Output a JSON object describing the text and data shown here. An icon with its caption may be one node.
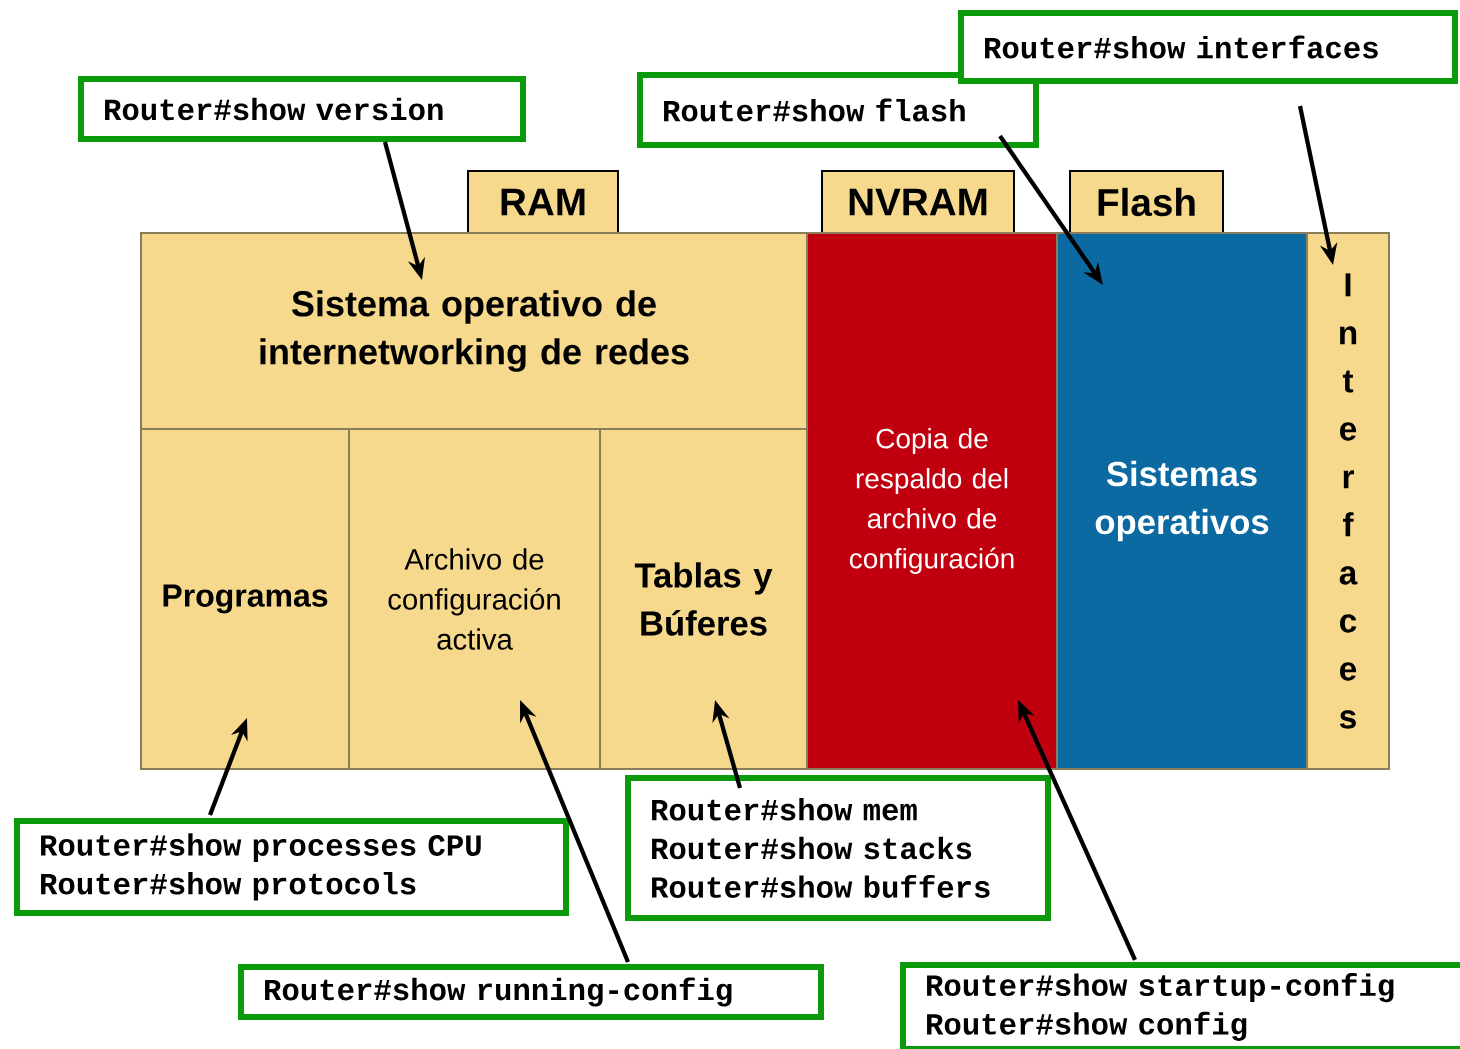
{
  "diagram": {
    "nodes": [
      {
        "text": [
          "RAM"
        ]
      },
      {
        "text": [
          "NVRAM"
        ]
      },
      {
        "text": [
          "Flash"
        ]
      },
      {
        "text": [
          "Sistema operativo de internetworking de redes"
        ]
      },
      {
        "text": [
          "Programas"
        ]
      },
      {
        "text": [
          "Archivo de configuración activa"
        ]
      },
      {
        "text": [
          "Tablas y Búferes"
        ]
      },
      {
        "text": [
          "Copia de respaldo del archivo de configuración"
        ]
      },
      {
        "text": [
          "Sistemas operativos"
        ]
      },
      {
        "text": [
          "Interfaces"
        ]
      },
      {
        "text": [
          "Router#show version"
        ]
      },
      {
        "text": [
          "Router#show flash"
        ]
      },
      {
        "text": [
          "Router#show interfaces"
        ]
      },
      {
        "text": [
          "Router#show processes CPU",
          "Router#show protocols"
        ]
      },
      {
        "text": [
          "Router#show running-config"
        ]
      },
      {
        "text": [
          "Router#show mem",
          "Router#show stacks",
          "Router#show buffers"
        ]
      },
      {
        "text": [
          "Router#show startup-config",
          "Router#show config"
        ]
      }
    ],
    "edges": [
      {
        "from": 10,
        "to": 3,
        "arrow": "to"
      },
      {
        "from": 11,
        "to": 8,
        "arrow": "to"
      },
      {
        "from": 12,
        "to": 9,
        "arrow": "to"
      },
      {
        "from": 13,
        "to": 4,
        "arrow": "to"
      },
      {
        "from": 14,
        "to": 5,
        "arrow": "to"
      },
      {
        "from": 15,
        "to": 6,
        "arrow": "to"
      },
      {
        "from": 16,
        "to": 7,
        "arrow": "to"
      }
    ]
  }
}
